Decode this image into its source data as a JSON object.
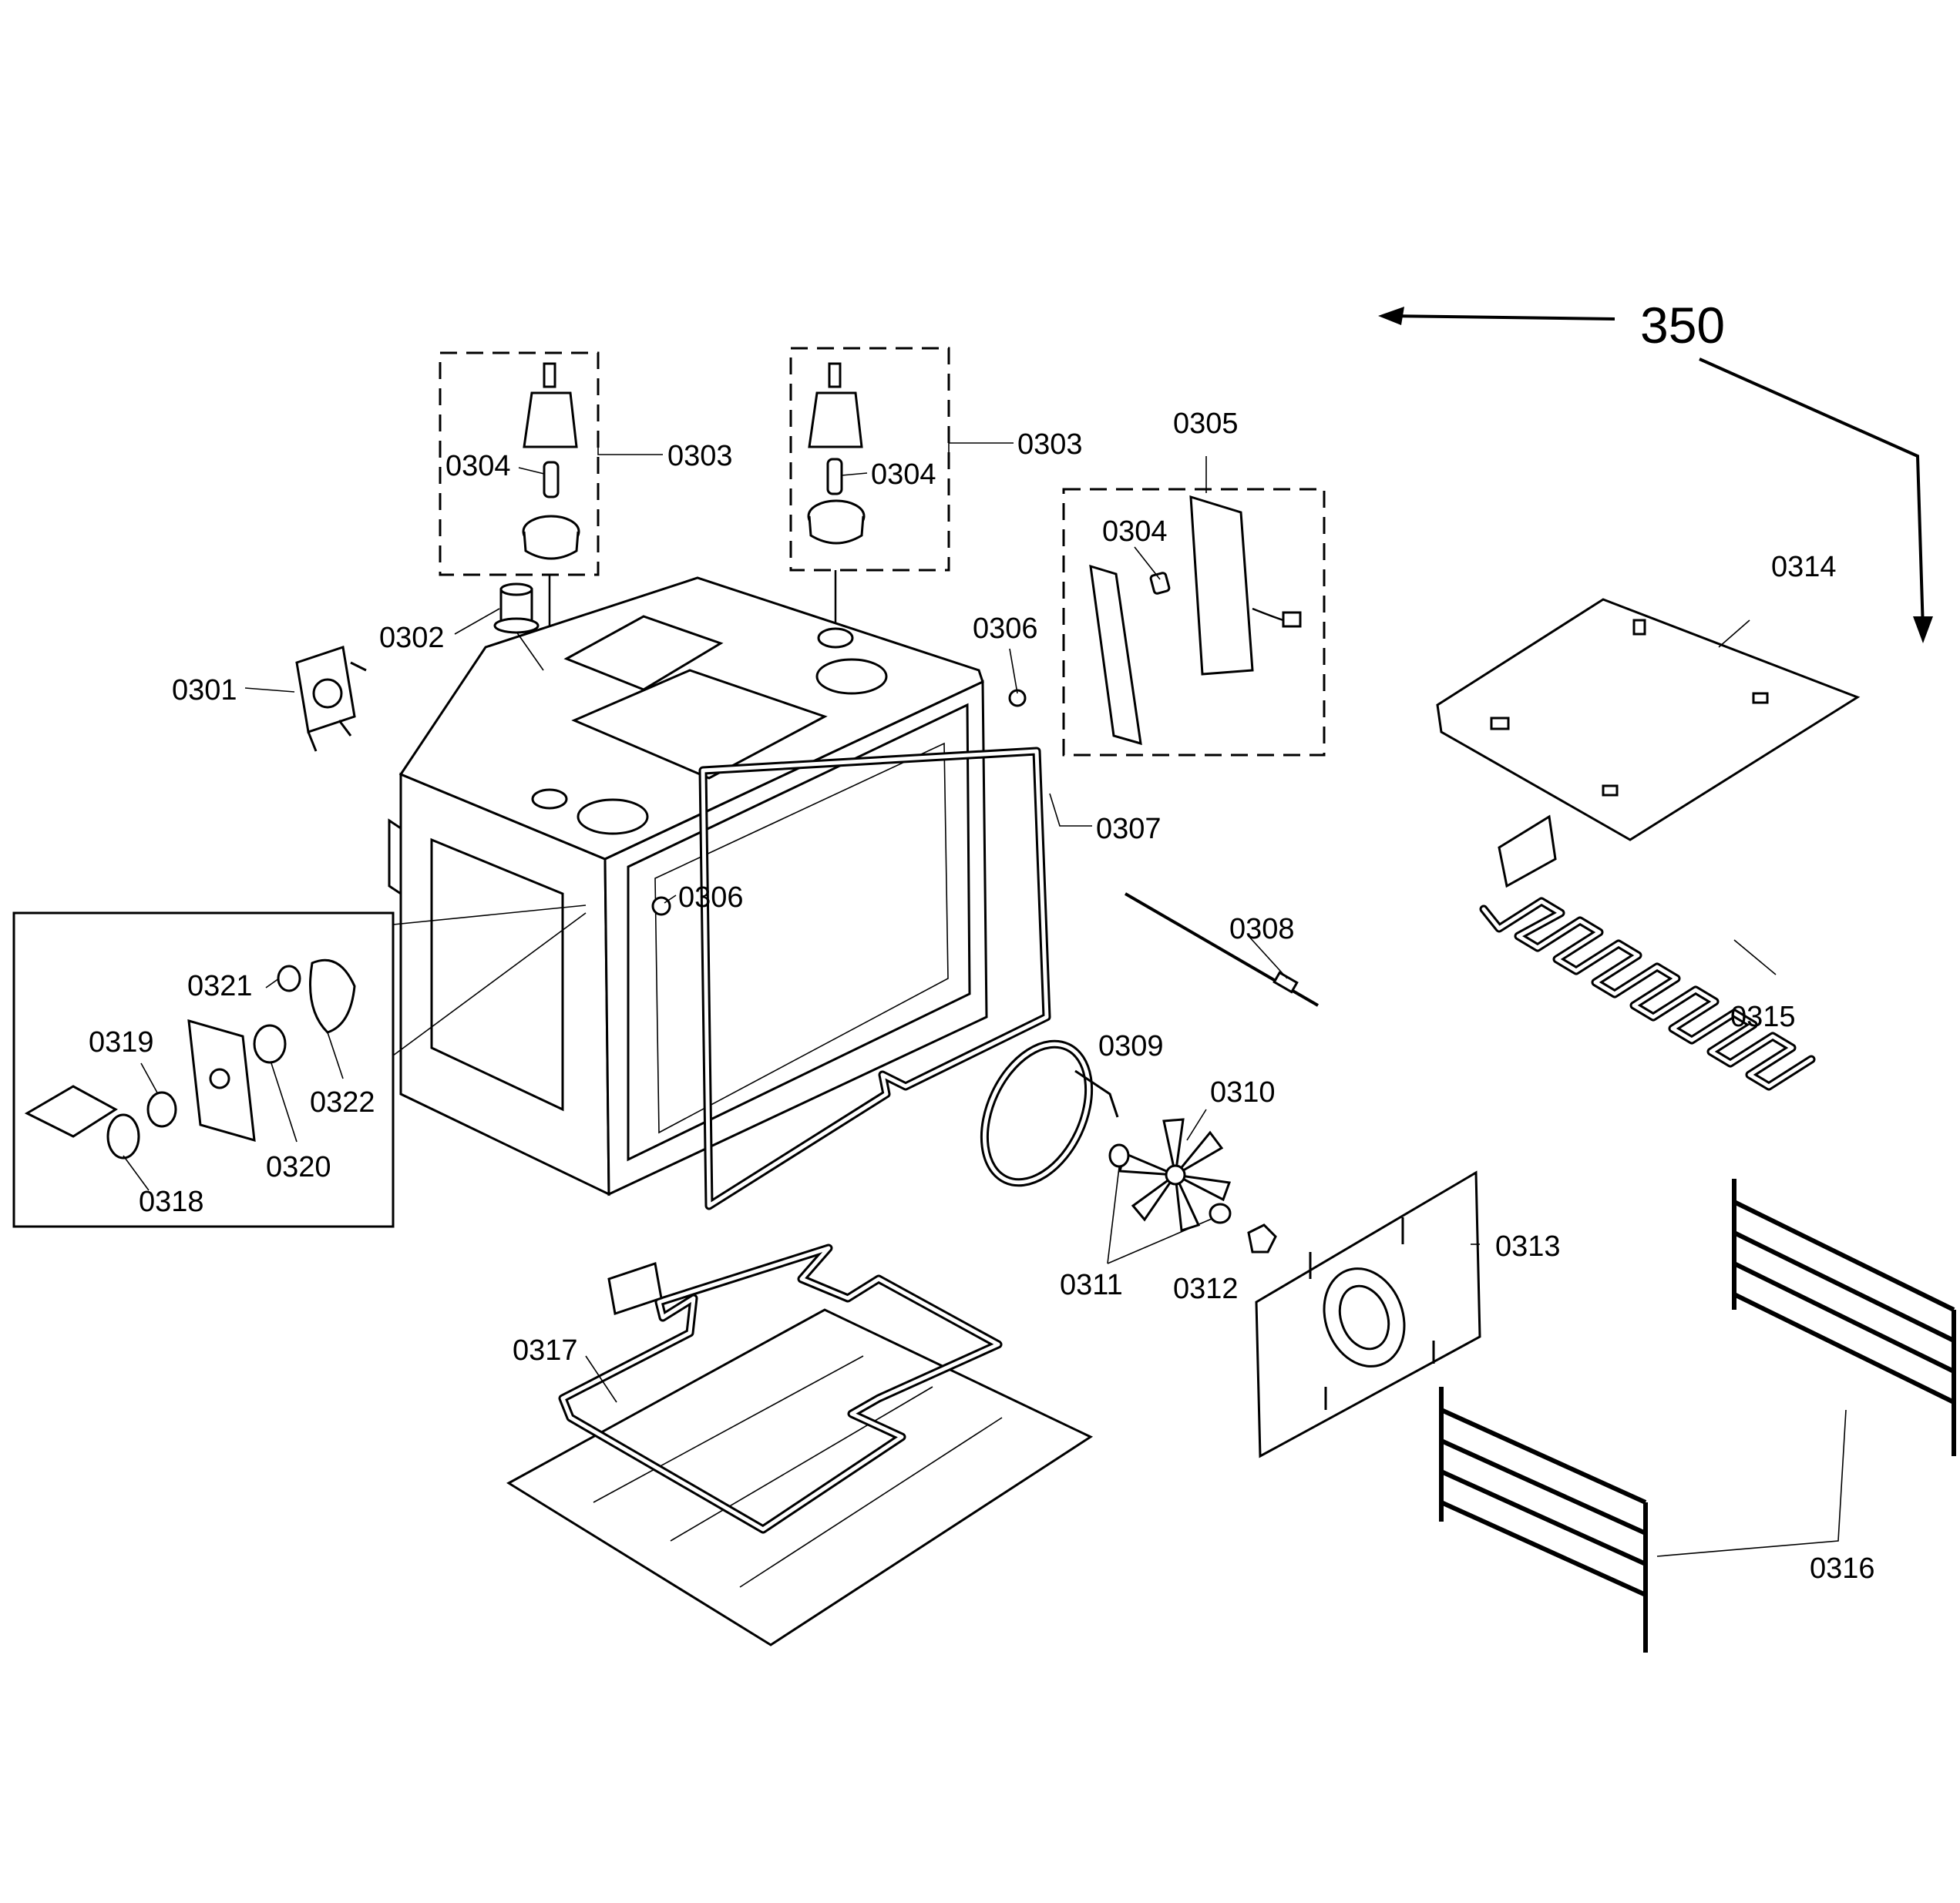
{
  "assembly": {
    "group_number": "350"
  },
  "callouts": [
    {
      "id": "c-0301",
      "text": "0301"
    },
    {
      "id": "c-0302",
      "text": "0302"
    },
    {
      "id": "c-0303-left",
      "text": "0303"
    },
    {
      "id": "c-0303-right",
      "text": "0303"
    },
    {
      "id": "c-0304-left",
      "text": "0304"
    },
    {
      "id": "c-0304-right",
      "text": "0304"
    },
    {
      "id": "c-0304-box",
      "text": "0304"
    },
    {
      "id": "c-0305",
      "text": "0305"
    },
    {
      "id": "c-0306-top",
      "text": "0306"
    },
    {
      "id": "c-0306-front",
      "text": "0306"
    },
    {
      "id": "c-0307",
      "text": "0307"
    },
    {
      "id": "c-0308",
      "text": "0308"
    },
    {
      "id": "c-0309",
      "text": "0309"
    },
    {
      "id": "c-0310",
      "text": "0310"
    },
    {
      "id": "c-0311",
      "text": "0311"
    },
    {
      "id": "c-0312",
      "text": "0312"
    },
    {
      "id": "c-0313",
      "text": "0313"
    },
    {
      "id": "c-0314",
      "text": "0314"
    },
    {
      "id": "c-0315",
      "text": "0315"
    },
    {
      "id": "c-0316",
      "text": "0316"
    },
    {
      "id": "c-0317",
      "text": "0317"
    },
    {
      "id": "c-0318",
      "text": "0318"
    },
    {
      "id": "c-0319",
      "text": "0319"
    },
    {
      "id": "c-0320",
      "text": "0320"
    },
    {
      "id": "c-0321",
      "text": "0321"
    },
    {
      "id": "c-0322",
      "text": "0322"
    }
  ]
}
